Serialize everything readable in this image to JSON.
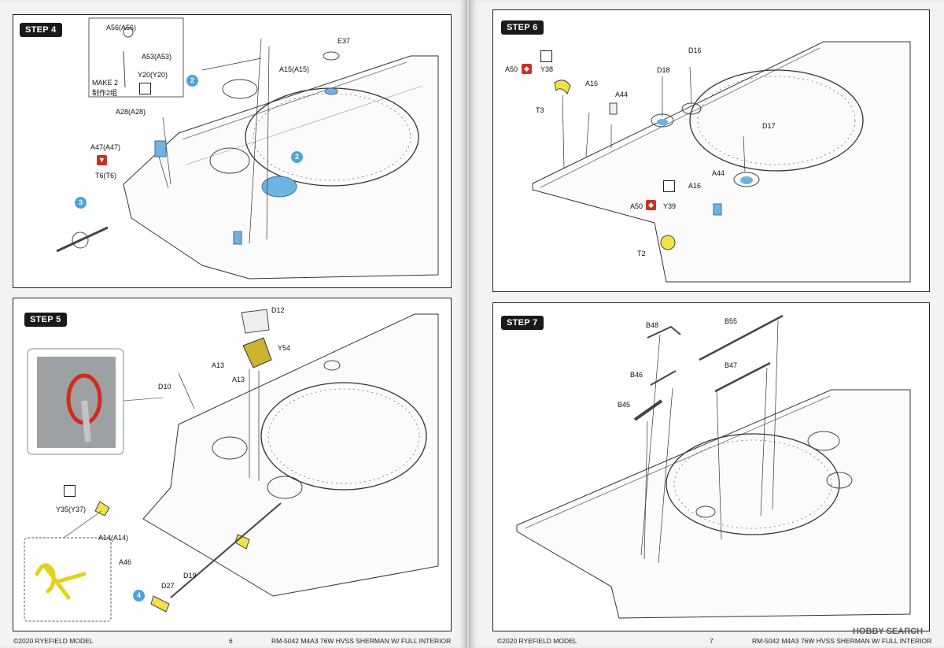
{
  "left_page": {
    "step4": {
      "title": "STEP 4",
      "labels": {
        "a56": "A56(A56)",
        "a53": "A53(A53)",
        "y20": "Y20(Y20)",
        "make2": "MAKE 2",
        "make2_cn": "制作2组",
        "e37": "E37",
        "a15": "A15(A15)",
        "a28": "A28(A28)",
        "a47": "A47(A47)",
        "t6": "T6(T6)"
      },
      "circles": {
        "c2a": "2",
        "c2b": "2",
        "c3": "3"
      }
    },
    "step5": {
      "title": "STEP 5",
      "labels": {
        "d12": "D12",
        "y54": "Y54",
        "a13a": "A13",
        "a13b": "A13",
        "d10": "D10",
        "y35": "Y35(Y37)",
        "a14": "A14(A14)",
        "a46": "A46",
        "d27": "D27",
        "d19": "D19"
      },
      "circles": {
        "c4": "4"
      }
    },
    "footer": {
      "copyright": "©2020 RYEFIELD MODEL",
      "page_number": "6",
      "product": "RM-5042  M4A3 76W HVSS SHERMAN W/ FULL INTERIOR"
    }
  },
  "right_page": {
    "step6": {
      "title": "STEP 6",
      "labels": {
        "a50a": "A50",
        "y38": "Y38",
        "a16a": "A16",
        "a44a": "A44",
        "t3": "T3",
        "d18": "D18",
        "d16": "D16",
        "d17": "D17",
        "a44b": "A44",
        "a16b": "A16",
        "a50b": "A50",
        "y39": "Y39",
        "t2": "T2"
      }
    },
    "step7": {
      "title": "STEP 7",
      "labels": {
        "b48": "B48",
        "b55": "B55",
        "b46": "B46",
        "b47": "B47",
        "b45": "B45"
      }
    },
    "footer": {
      "copyright": "©2020 RYEFIELD MODEL",
      "page_number": "7",
      "product": "RM-5042  M4A3 76W HVSS SHERMAN W/ FULL INTERIOR",
      "watermark": "HOBBY SEARCH"
    }
  },
  "colors": {
    "highlight_yellow": "#f2e14a",
    "part_blue": "#6fb3e3",
    "circle_blue": "#4da3dc",
    "cement_red": "#c8321f"
  }
}
